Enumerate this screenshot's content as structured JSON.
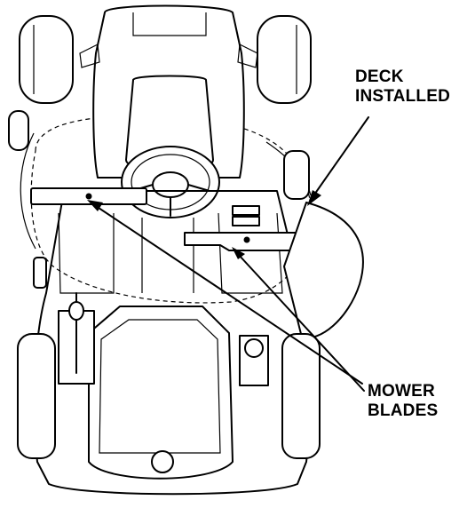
{
  "labels": {
    "deck_line1": "DECK",
    "deck_line2": "INSTALLED",
    "mower_line1": "MOWER",
    "mower_line2": "BLADES"
  },
  "colors": {
    "ink": "#000000",
    "paper": "#ffffff"
  }
}
